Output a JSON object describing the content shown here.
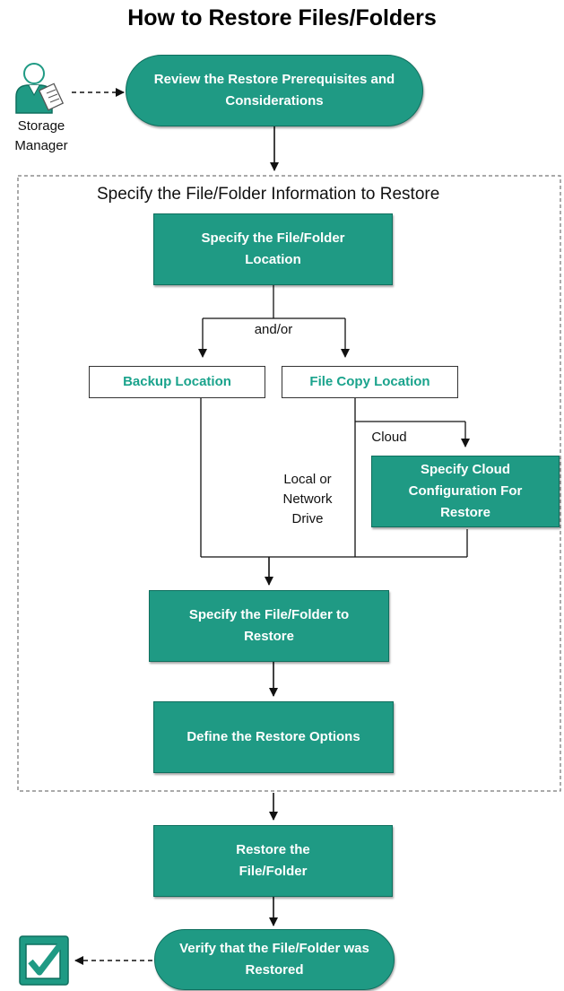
{
  "title": "How to Restore Files/Folders",
  "actor": {
    "label": "Storage Manager"
  },
  "section_title": "Specify the File/Folder Information to Restore",
  "steps": {
    "review": "Review the Restore Prerequisites and Considerations",
    "specify_location": "Specify the File/Folder Location",
    "backup_location": "Backup Location",
    "file_copy_location": "File Copy Location",
    "cloud_config": "Specify Cloud Configuration For Restore",
    "specify_restore": "Specify the File/Folder to Restore",
    "define_options": "Define the Restore Options",
    "restore": "Restore the File/Folder",
    "verify": "Verify that the File/Folder was Restored"
  },
  "edge_labels": {
    "and_or": "and/or",
    "cloud": "Cloud",
    "local_network": "Local or Network Drive"
  },
  "colors": {
    "step_fill": "#1f9a84",
    "link_text": "#1aa38c"
  },
  "icons": {
    "actor": "storage-manager-icon",
    "end": "checkmark-icon"
  }
}
